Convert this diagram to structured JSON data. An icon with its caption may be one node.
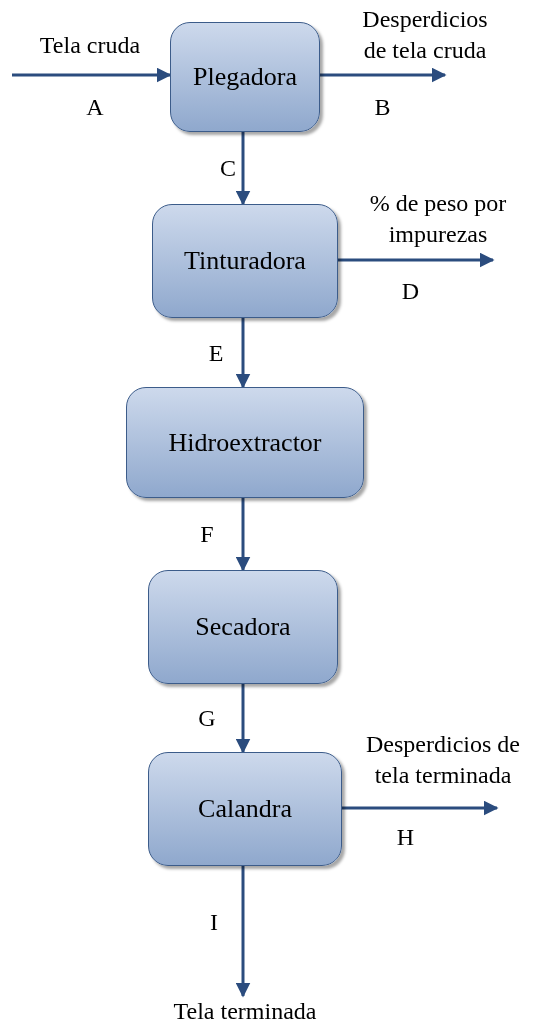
{
  "diagram": {
    "nodes": [
      {
        "text": [
          "Plegadora"
        ]
      },
      {
        "text": [
          "Tinturadora"
        ]
      },
      {
        "text": [
          "Hidroextractor"
        ]
      },
      {
        "text": [
          "Secadora"
        ]
      },
      {
        "text": [
          "Calandra"
        ]
      },
      {
        "text": [
          "Tela terminada"
        ]
      },
      {
        "text": [
          "Desperdicios de tela cruda"
        ]
      },
      {
        "text": [
          "% de peso por impurezas"
        ]
      },
      {
        "text": [
          "Desperdicios de tela terminada"
        ]
      }
    ],
    "edges": [
      {
        "from": null,
        "to": 0,
        "arrow": "to",
        "label": "A"
      },
      {
        "from": 0,
        "to": 6,
        "arrow": "to",
        "label": "B"
      },
      {
        "from": 0,
        "to": 1,
        "arrow": "to",
        "label": "C"
      },
      {
        "from": 1,
        "to": 7,
        "arrow": "to",
        "label": "D"
      },
      {
        "from": 1,
        "to": 2,
        "arrow": "to",
        "label": "E"
      },
      {
        "from": 2,
        "to": 3,
        "arrow": "to",
        "label": "F"
      },
      {
        "from": 3,
        "to": 4,
        "arrow": "to",
        "label": "G"
      },
      {
        "from": 4,
        "to": 8,
        "arrow": "to",
        "label": "H"
      },
      {
        "from": 4,
        "to": 5,
        "arrow": "to",
        "label": "I"
      }
    ],
    "labels": [
      "Tela cruda"
    ]
  }
}
